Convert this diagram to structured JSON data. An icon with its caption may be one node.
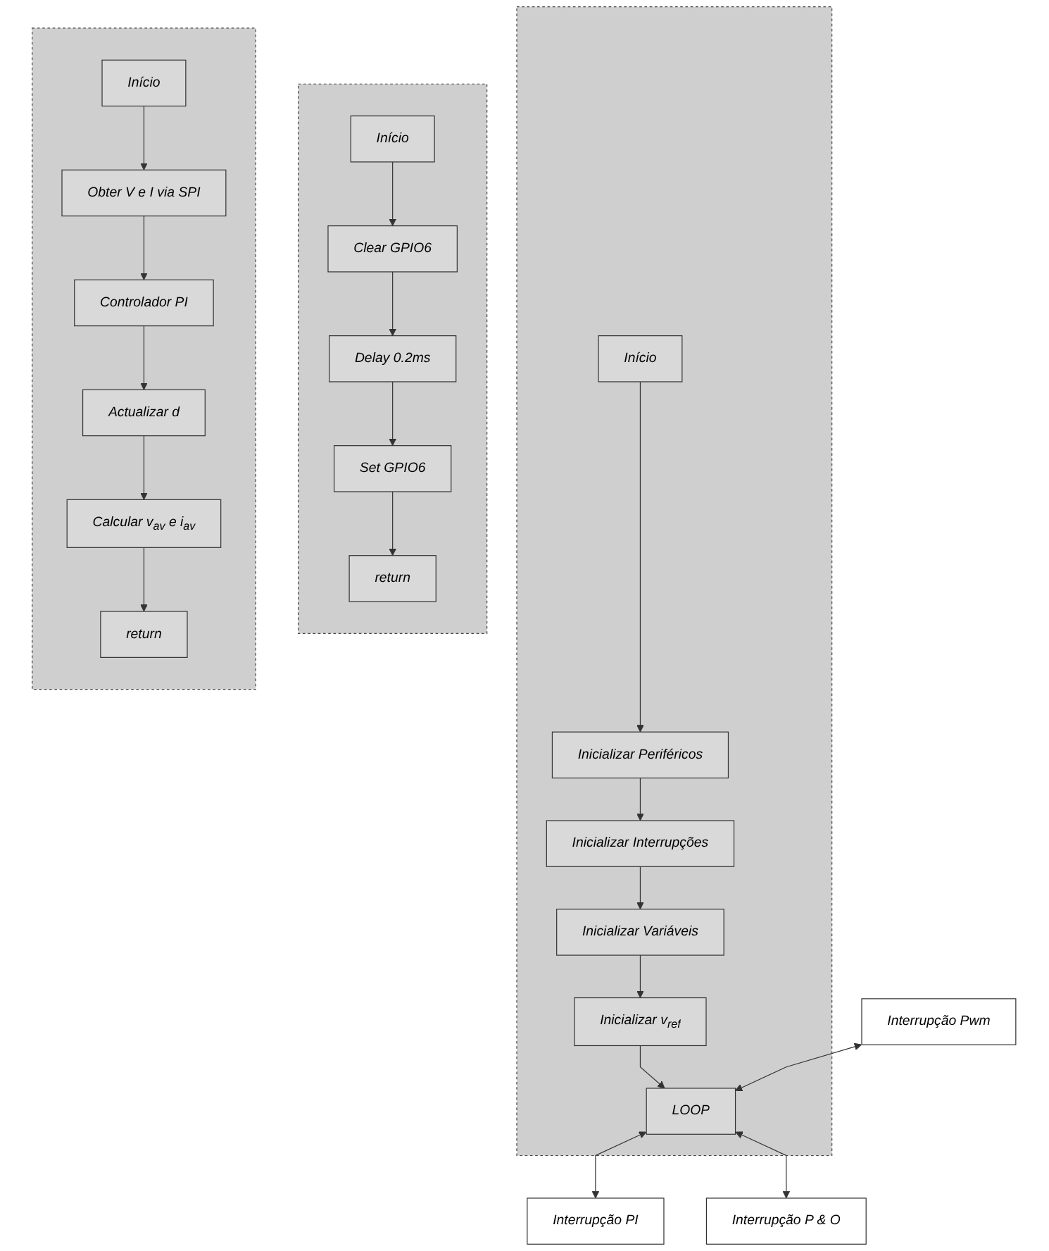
{
  "diagram": {
    "nodes": [
      {
        "text": [],
        "shape": "box"
      },
      {
        "text": [
          "Início"
        ],
        "in": 0
      },
      {
        "text": [
          "Inicializar Periféricos"
        ],
        "in": 0
      },
      {
        "text": [
          "Inicializar Interrupções"
        ],
        "in": 0
      },
      {
        "text": [
          "Inicializar Variáveis"
        ],
        "in": 0
      },
      {
        "text": [
          "Inicializar v$_{ref}$"
        ],
        "in": 0
      },
      {
        "text": [
          "LOOP"
        ],
        "in": 0
      },
      {
        "text": [
          "Interrupção Pwm"
        ]
      },
      {
        "text": [
          "Interrupção PI"
        ]
      },
      {
        "text": [
          "Interrupção P & O"
        ]
      },
      {
        "text": [],
        "shape": "box"
      },
      {
        "text": [
          "Início"
        ],
        "in": 10
      },
      {
        "text": [
          "Clear GPIO6"
        ],
        "in": 10
      },
      {
        "text": [
          "Delay 0.2ms"
        ],
        "in": 10
      },
      {
        "text": [
          "Set GPIO6"
        ],
        "in": 10
      },
      {
        "text": [
          "return"
        ],
        "in": 10
      },
      {
        "text": [],
        "shape": "box"
      },
      {
        "text": [
          "Início"
        ],
        "in": 16
      },
      {
        "text": [
          "Obter V e I via SPI"
        ],
        "in": 16
      },
      {
        "text": [
          "Controlador PI"
        ],
        "in": 16
      },
      {
        "text": [
          "Actualizar d"
        ],
        "in": 16
      },
      {
        "text": [
          "Calcular v$_{av}$ e i$_{av}$"
        ],
        "in": 16
      },
      {
        "text": [
          "return"
        ],
        "in": 16
      }
    ],
    "edges": [
      {
        "from": 1,
        "to": 2,
        "arrow": "to"
      },
      {
        "from": 2,
        "to": 3,
        "arrow": "to"
      },
      {
        "from": 3,
        "to": 4,
        "arrow": "to"
      },
      {
        "from": 4,
        "to": 5,
        "arrow": "to"
      },
      {
        "from": 5,
        "to": 6,
        "arrow": "to"
      },
      {
        "from": 7,
        "to": 6,
        "arrow": "both"
      },
      {
        "from": 6,
        "to": 8,
        "arrow": "both"
      },
      {
        "from": 6,
        "to": 9,
        "arrow": "both"
      },
      {
        "from": 11,
        "to": 12,
        "arrow": "to"
      },
      {
        "from": 12,
        "to": 13,
        "arrow": "to"
      },
      {
        "from": 13,
        "to": 14,
        "arrow": "to"
      },
      {
        "from": 14,
        "to": 15,
        "arrow": "to"
      },
      {
        "from": 17,
        "to": 18,
        "arrow": "to"
      },
      {
        "from": 18,
        "to": 19,
        "arrow": "to"
      },
      {
        "from": 19,
        "to": 20,
        "arrow": "to"
      },
      {
        "from": 20,
        "to": 21,
        "arrow": "to"
      },
      {
        "from": 21,
        "to": 22,
        "arrow": "to"
      }
    ]
  }
}
